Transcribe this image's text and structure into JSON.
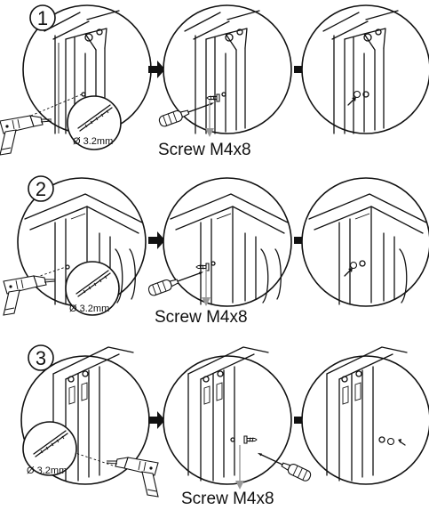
{
  "steps": [
    {
      "number": "1",
      "drill_bit": "Ø 3.2mm",
      "screw": "Screw M4x8"
    },
    {
      "number": "2",
      "drill_bit": "Ø 3.2mm",
      "screw": "Screw M4x8"
    },
    {
      "number": "3",
      "drill_bit": "Ø 3.2mm",
      "screw": "Screw M4x8"
    }
  ],
  "icons": {
    "arrow": "arrow-right-icon",
    "drill": "power-drill-icon",
    "screwdriver": "screwdriver-icon",
    "drill_bit": "drill-bit-icon",
    "screw": "screw-icon"
  },
  "colors": {
    "line": "#111111",
    "pointer": "#999999",
    "background": "#ffffff"
  }
}
